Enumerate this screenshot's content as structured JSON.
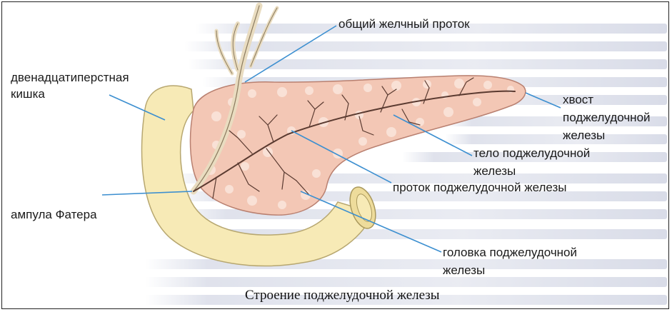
{
  "labels": {
    "common_bile_duct": "общий желчный проток",
    "duodenum_line1": "двенадцатиперстная",
    "duodenum_line2": "кишка",
    "tail_line1": "хвост",
    "tail_line2": "поджелудочной",
    "tail_line3": "железы",
    "body_line1": "тело поджелудочной",
    "body_line2": "железы",
    "pancreatic_duct": "проток поджелудочной железы",
    "ampulla": "ампула Фатера",
    "head_line1": "головка поджелудочной",
    "head_line2": "железы"
  },
  "caption": "Строение поджелудочной железы",
  "colors": {
    "pancreas": "#f3c7b5",
    "pancreas_lobule": "#fbe6dc",
    "pancreas_outline": "#b98070",
    "duodenum": "#f7eab6",
    "duodenum_outline": "#b7a770",
    "duct": "#5a3a30",
    "leader_line": "#3c8fd0"
  }
}
